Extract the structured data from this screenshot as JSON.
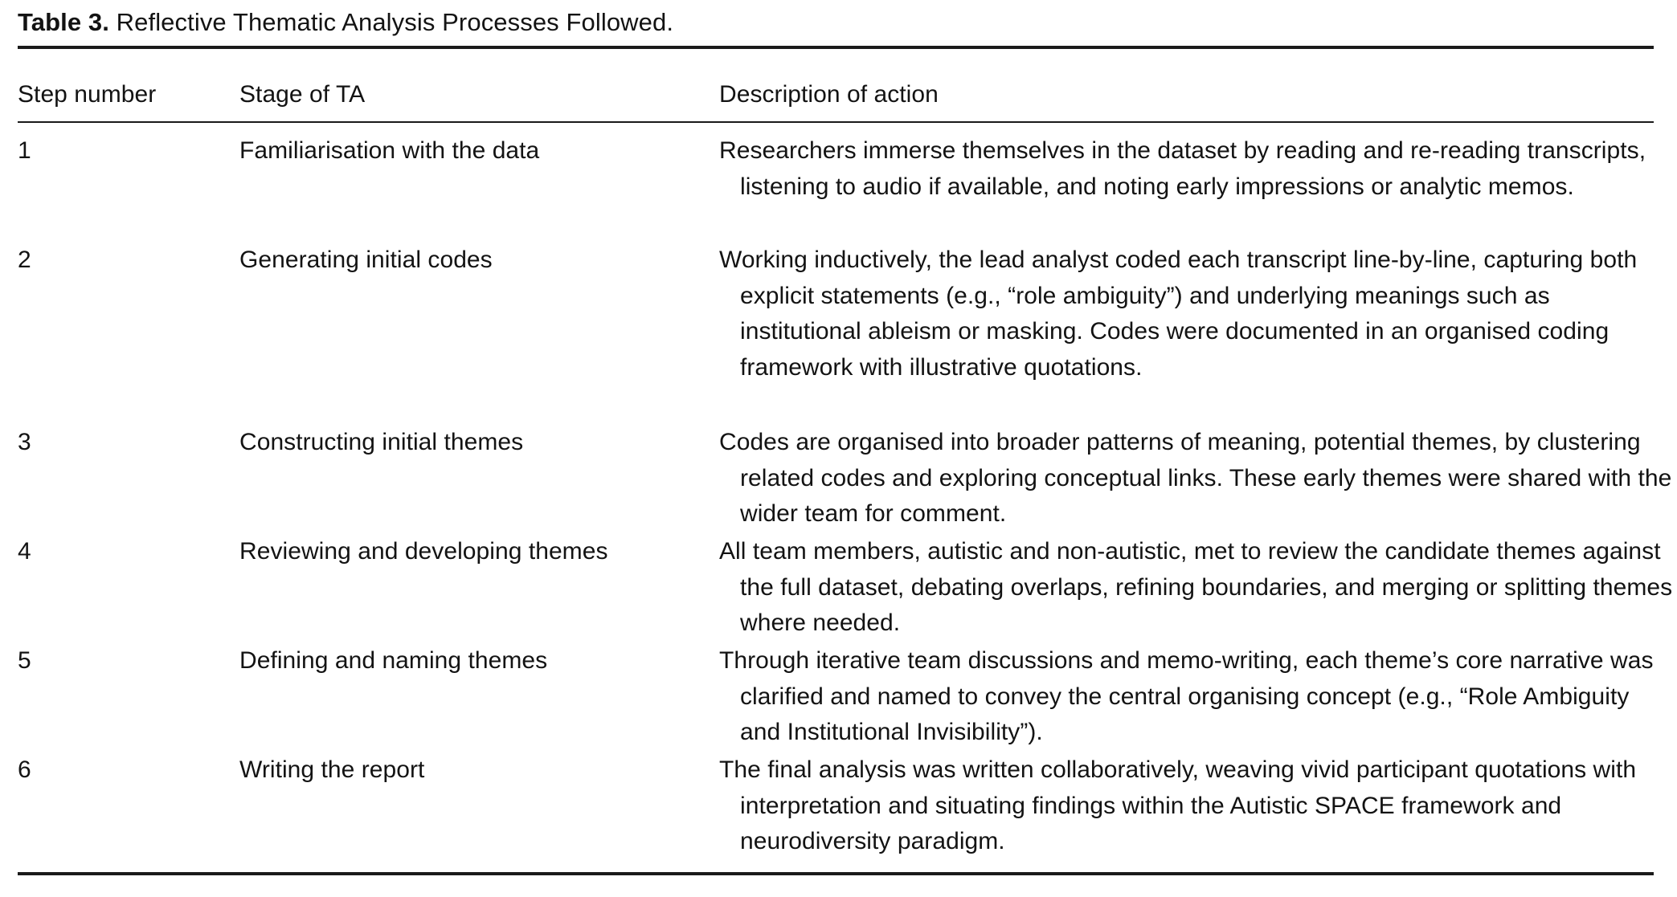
{
  "caption": {
    "label": "Table 3.",
    "text": "Reflective Thematic Analysis Processes Followed."
  },
  "table": {
    "columns": [
      "Step number",
      "Stage of TA",
      "Description of action"
    ],
    "rows": [
      {
        "step": "1",
        "stage": "Familiarisation with the data",
        "description": "Researchers immerse themselves in the dataset by reading and re-reading transcripts, listening to audio if available, and noting early impressions or analytic memos."
      },
      {
        "step": "2",
        "stage": "Generating initial codes",
        "description": "Working inductively, the lead analyst coded each transcript line-by-line, capturing both explicit statements (e.g., “role ambiguity”) and underlying meanings such as institutional ableism or masking. Codes were documented in an organised coding framework with illustrative quotations."
      },
      {
        "step": "3",
        "stage": "Constructing initial themes",
        "description": "Codes are organised into broader patterns of meaning, potential themes, by clustering related codes and exploring conceptual links. These early themes were shared with the wider team for comment."
      },
      {
        "step": "4",
        "stage": "Reviewing and developing themes",
        "description": "All team members, autistic and non-autistic, met to review the candidate themes against the full dataset, debating overlaps, refining boundaries, and merging or splitting themes where needed."
      },
      {
        "step": "5",
        "stage": "Defining and naming themes",
        "description": "Through iterative team discussions and memo-writing, each theme’s core narrative was clarified and named to convey the central organising concept (e.g., “Role Ambiguity and Institutional Invisibility”)."
      },
      {
        "step": "6",
        "stage": "Writing the report",
        "description": "The final analysis was written collaboratively, weaving vivid participant quotations with interpretation and situating findings within the Autistic SPACE framework and neurodiversity paradigm."
      }
    ]
  }
}
